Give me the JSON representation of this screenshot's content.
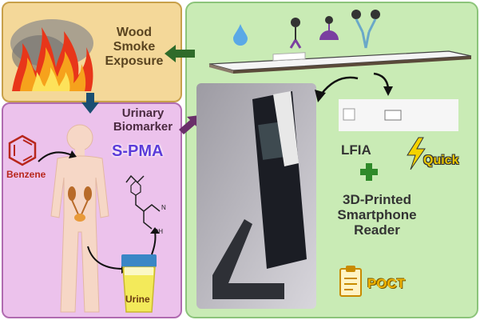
{
  "wood_smoke": {
    "label": "Wood\nSmoke\nExposure"
  },
  "biomarker": {
    "label": "Urinary\nBiomarker",
    "name": "S-PMA"
  },
  "benzene": {
    "label": "Benzene"
  },
  "urine": {
    "label": "Urine"
  },
  "structure": {
    "atoms": [
      "N",
      "OH"
    ]
  },
  "detection": {
    "lfia": "LFIA",
    "reader": "3D-Printed\nSmartphone\nReader",
    "quick": "Quick",
    "poct": "POCT"
  },
  "colors": {
    "wood_panel": "#f4d899",
    "bio_panel": "#ecc2ec",
    "green_panel": "#c9ebb5",
    "spma": "#5b3bd9",
    "quick": "#e8c800",
    "poct": "#f0b400",
    "arrow_green": "#2f6b2a",
    "arrow_blue": "#1b4f72",
    "arrow_purple": "#6a2f6a"
  }
}
